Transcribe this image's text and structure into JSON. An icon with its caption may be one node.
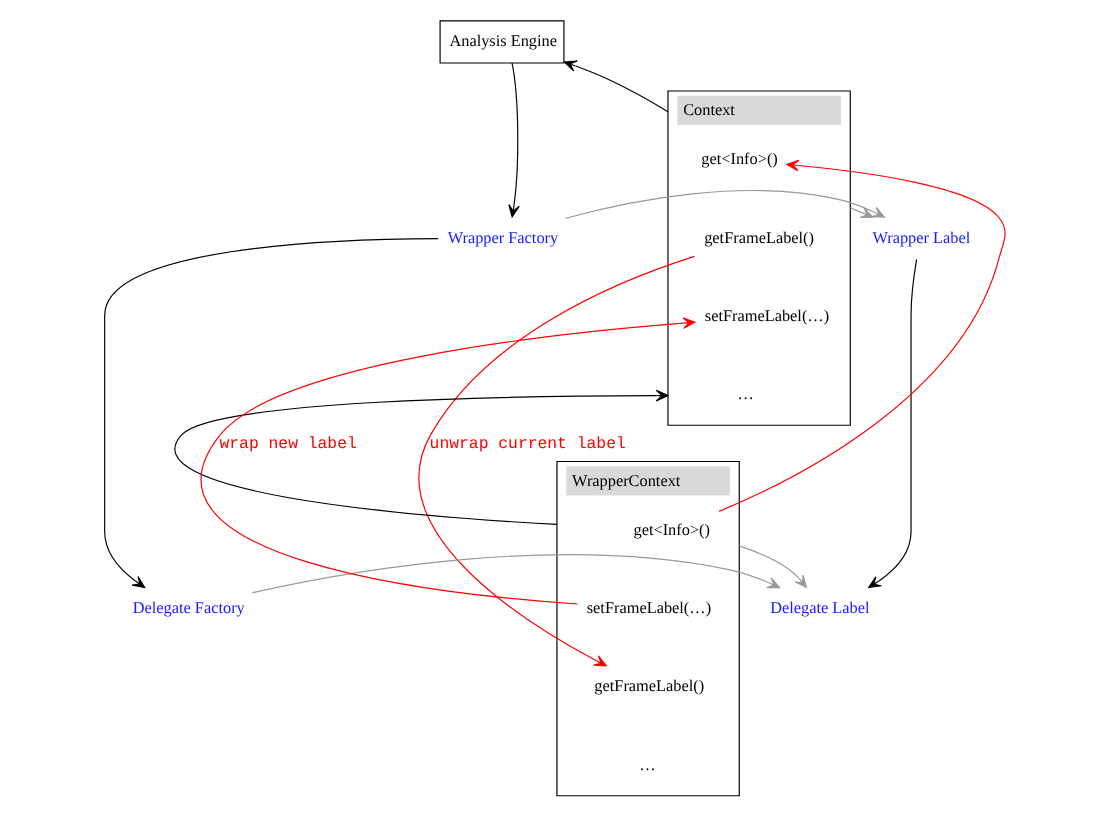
{
  "diagram": {
    "nodes": [
      {
        "text": [
          "Analysis Engine"
        ]
      },
      {
        "text": [
          "Wrapper Factory"
        ]
      },
      {
        "text": [
          "Wrapper Label"
        ]
      },
      {
        "text": [
          "Context"
        ]
      },
      {
        "text": [
          "get<Info>()"
        ],
        "in": 3
      },
      {
        "text": [
          "getFrameLabel()"
        ],
        "in": 3
      },
      {
        "text": [
          "setFrameLabel(…)"
        ],
        "in": 3
      },
      {
        "text": [
          "…"
        ],
        "in": 3
      },
      {
        "text": [
          "Delegate Factory"
        ]
      },
      {
        "text": [
          "Delegate Label"
        ]
      },
      {
        "text": [
          "WrapperContext"
        ]
      },
      {
        "text": [
          "get<Info>()"
        ],
        "in": 10
      },
      {
        "text": [
          "setFrameLabel(…)"
        ],
        "in": 10
      },
      {
        "text": [
          "getFrameLabel()"
        ],
        "in": 10
      },
      {
        "text": [
          "…"
        ],
        "in": 10
      }
    ],
    "edges": [
      {
        "from": 0,
        "to": 1,
        "arrow": "to"
      },
      {
        "from": 3,
        "to": 0,
        "arrow": "to"
      },
      {
        "from": 1,
        "to": 2,
        "arrow": "to",
        "color": "#999999"
      },
      {
        "from": 3,
        "to": 2,
        "arrow": "to",
        "color": "#999999"
      },
      {
        "from": 1,
        "to": 8,
        "arrow": "to"
      },
      {
        "from": 2,
        "to": 9,
        "arrow": "to"
      },
      {
        "from": 8,
        "to": 9,
        "arrow": "to",
        "color": "#999999"
      },
      {
        "from": 10,
        "to": 9,
        "arrow": "to",
        "color": "#999999"
      },
      {
        "from": 10,
        "to": 3,
        "arrow": "to"
      },
      {
        "from": 11,
        "to": 4,
        "arrow": "to",
        "color": "#ff0000"
      },
      {
        "from": 5,
        "to": 13,
        "arrow": "to",
        "color": "#ff0000",
        "label": "unwrap current label"
      },
      {
        "from": 12,
        "to": 6,
        "arrow": "to",
        "color": "#ff0000",
        "label": "wrap new label"
      }
    ]
  }
}
